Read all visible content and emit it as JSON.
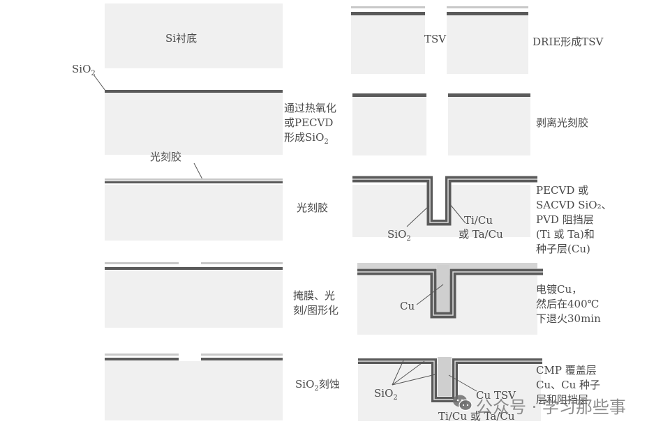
{
  "left_column": {
    "step1": {
      "substrate_label": "Si衬底",
      "sio2_label": "SiO",
      "sio2_sub": "2"
    },
    "step2": {
      "description_lines": [
        "通过热氧化",
        "或PECVD",
        "形成SiO"
      ],
      "sio2_sub": "2",
      "photoresist_label": "光刻胶"
    },
    "step3": {
      "description": "光刻胶"
    },
    "step4": {
      "description": "掩膜、光\n刻/图形化"
    },
    "step5": {
      "description_prefix": "SiO",
      "description_sub": "2",
      "description_suffix": "刻蚀"
    }
  },
  "right_column": {
    "step6": {
      "tsv_label": "TSV",
      "description": "DRIE形成TSV"
    },
    "step7": {
      "description": "剥离光刻胶"
    },
    "step8": {
      "sio2_label": "SiO",
      "sio2_sub": "2",
      "barrier_label_line1": "Ti/Cu",
      "barrier_label_line2": "或 Ta/Cu",
      "description": "PECVD 或\nSACVD SiO₂、\nPVD 阻挡层\n(Ti 或 Ta)和\n种子层(Cu)"
    },
    "step9": {
      "cu_label": "Cu",
      "description": "电镀Cu，\n然后在400℃\n下退火30min"
    },
    "step10": {
      "sio2_label": "SiO",
      "sio2_sub": "2",
      "cu_tsv_label": "Cu TSV",
      "barrier_label": "Ti/Cu 或 Ta/Cu",
      "description": "CMP 覆盖层\nCu、Cu 种子\n层和阻挡层"
    }
  },
  "watermark": {
    "text": "公众号 · 学习那些事",
    "icon": "wechat-icon"
  },
  "colors": {
    "substrate": "#f0f0f0",
    "oxide": "#5a5a5a",
    "resist": "#c8c8c8",
    "copper": "#cfcfcf",
    "text": "#4a4a4a"
  }
}
